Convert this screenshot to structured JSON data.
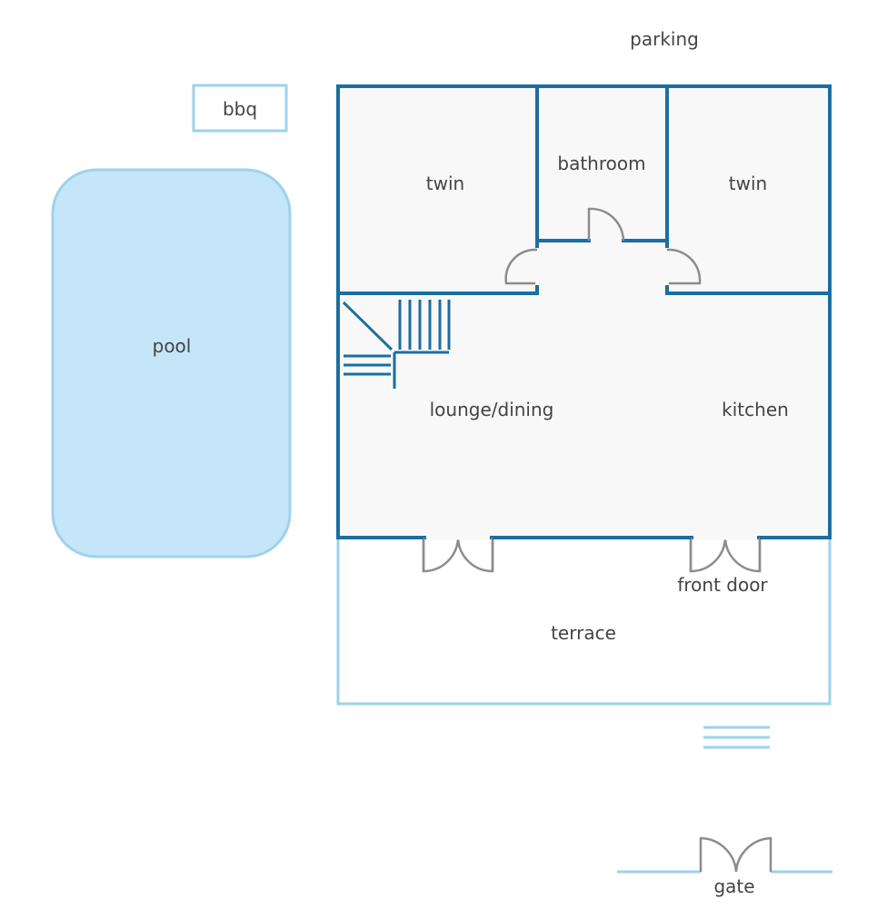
{
  "labels": {
    "parking": "parking",
    "bbq": "bbq",
    "pool": "pool",
    "twin_left": "twin",
    "bathroom": "bathroom",
    "twin_right": "twin",
    "lounge_dining": "lounge/dining",
    "kitchen": "kitchen",
    "front_door": "front door",
    "terrace": "terrace",
    "gate": "gate"
  },
  "colors": {
    "wall": "#1b6ea0",
    "light_outline": "#9ed2ec",
    "pool_fill": "#c5e6f8",
    "floor_fill": "#f8f8f8",
    "door": "#8c8c8c",
    "text": "#444444"
  }
}
